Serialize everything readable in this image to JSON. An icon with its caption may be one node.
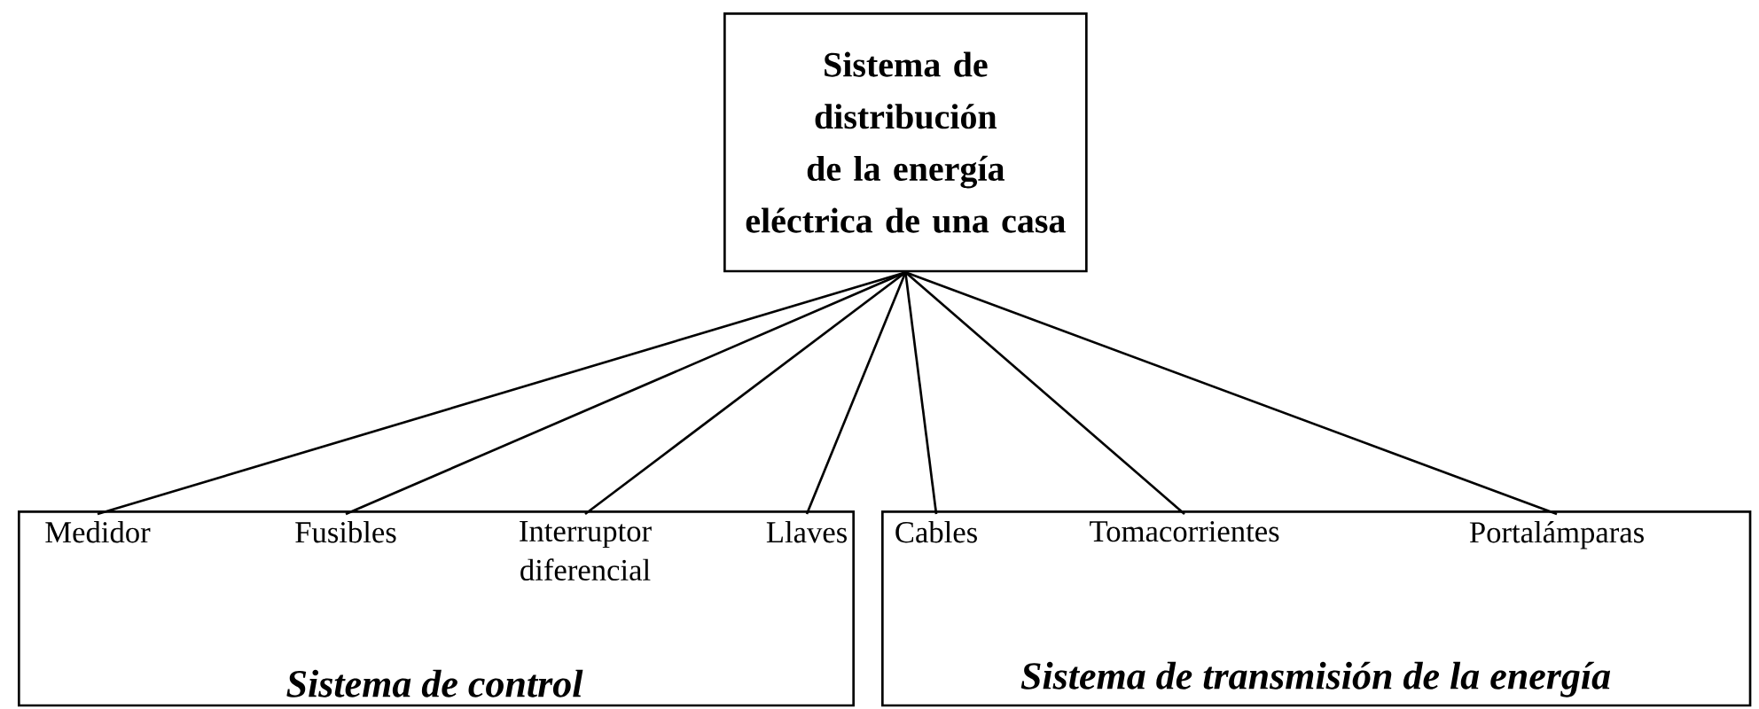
{
  "diagram": {
    "nodes": [
      {
        "text": [
          "Sistema de distribución de la energía eléctrica de una casa"
        ]
      },
      {
        "text": [
          "Sistema de control"
        ]
      },
      {
        "text": [
          "Medidor"
        ],
        "in": 1
      },
      {
        "text": [
          "Fusibles"
        ],
        "in": 1
      },
      {
        "text": [
          "Interruptor diferencial"
        ],
        "in": 1
      },
      {
        "text": [
          "Llaves"
        ],
        "in": 1
      },
      {
        "text": [
          "Sistema de transmisión de la energía"
        ]
      },
      {
        "text": [
          "Cables"
        ],
        "in": 6
      },
      {
        "text": [
          "Tomacorrientes"
        ],
        "in": 6
      },
      {
        "text": [
          "Portalámparas"
        ],
        "in": 6
      }
    ],
    "edges": [
      {
        "from": 0,
        "to": 2,
        "arrow": "none"
      },
      {
        "from": 0,
        "to": 3,
        "arrow": "none"
      },
      {
        "from": 0,
        "to": 4,
        "arrow": "none"
      },
      {
        "from": 0,
        "to": 5,
        "arrow": "none"
      },
      {
        "from": 0,
        "to": 7,
        "arrow": "none"
      },
      {
        "from": 0,
        "to": 8,
        "arrow": "none"
      },
      {
        "from": 0,
        "to": 9,
        "arrow": "none"
      }
    ]
  }
}
